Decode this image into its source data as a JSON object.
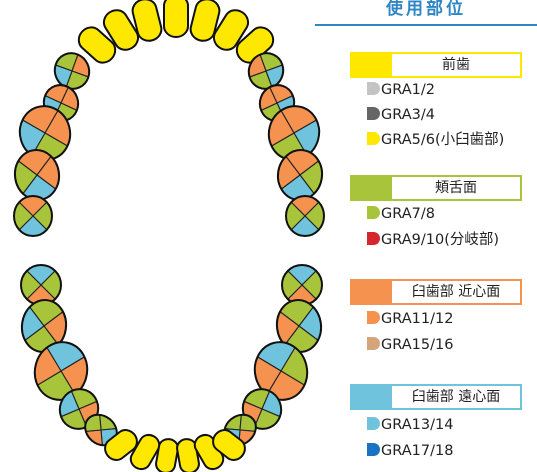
{
  "title": "使用部位",
  "sections": [
    {
      "label": "前歯",
      "color": "#ffe800",
      "border": "#ffe800",
      "items": [
        {
          "text": "GRA1/2",
          "color": "#c4c4c4"
        },
        {
          "text": "GRA3/4",
          "color": "#666666"
        },
        {
          "text": "GRA5/6(小臼歯部)",
          "color": "#ffe800"
        }
      ]
    },
    {
      "label": "頬舌面",
      "color": "#a8c43a",
      "border": "#a8c43a",
      "items": [
        {
          "text": "GRA7/8",
          "color": "#a8c43a"
        },
        {
          "text": "GRA9/10(分岐部)",
          "color": "#d6262d"
        }
      ]
    },
    {
      "label": "臼歯部 近心面",
      "color": "#f5924f",
      "border": "#f5924f",
      "items": [
        {
          "text": "GRA11/12",
          "color": "#f5924f"
        },
        {
          "text": "GRA15/16",
          "color": "#d6a47a"
        }
      ]
    },
    {
      "label": "臼歯部 遠心面",
      "color": "#6fc3dc",
      "border": "#6fc3dc",
      "items": [
        {
          "text": "GRA13/14",
          "color": "#6fc3dc"
        },
        {
          "text": "GRA17/18",
          "color": "#1a73c2"
        }
      ]
    }
  ],
  "tooth_colors": {
    "front": "#ffe800",
    "buccal": "#a8c43a",
    "mesial": "#f5924f",
    "distal": "#6fc3dc"
  }
}
